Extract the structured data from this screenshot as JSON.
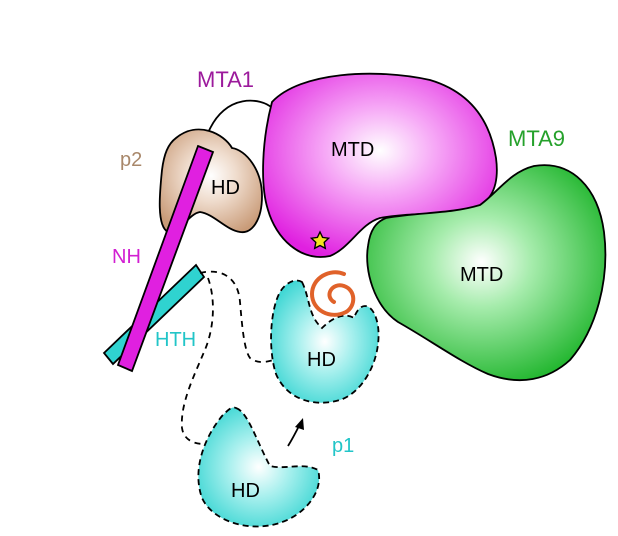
{
  "labels": {
    "mta1": "MTA1",
    "mta9": "MTA9",
    "p2": "p2",
    "p1": "p1",
    "nh": "NH",
    "hth": "HTH",
    "mtd_mta1": "MTD",
    "mtd_mta9": "MTD",
    "hd_p2": "HD",
    "hd_p1_upper": "HD",
    "hd_p1_lower": "HD"
  },
  "colors": {
    "mta1": "#e020e0",
    "mta9": "#1fb52c",
    "p2": "#d2a888",
    "p1": "#2fd3d0",
    "label_mta1": "#9c1a9c",
    "label_mta9": "#25a12b",
    "label_p2": "#a8876a",
    "label_p1": "#22c5c8",
    "label_nh": "#d21fd2",
    "coil": "#e0622a",
    "star": "#f4e21e"
  },
  "icons": {
    "active_site": "star-icon",
    "dna_coil": "coil-icon",
    "movement_arrow": "curved-arrow-icon"
  }
}
